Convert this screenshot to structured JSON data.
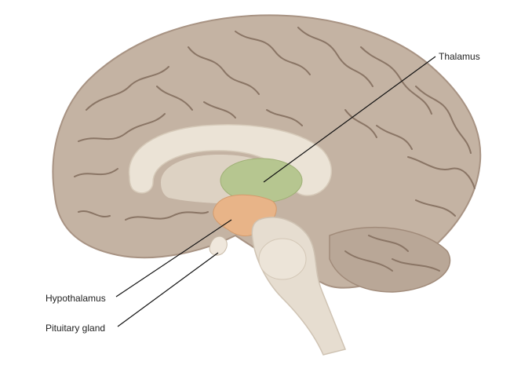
{
  "labels": {
    "thalamus": "Thalamus",
    "hypothalamus": "Hypothalamus",
    "pituitary": "Pituitary gland"
  },
  "colors": {
    "brain": "#c4b3a3",
    "brain_shadow": "#a89383",
    "sulci": "#8a7565",
    "corpus_callosum": "#ebe3d6",
    "ventricle": "#ddd2c3",
    "thalamus": "#b6c690",
    "hypothalamus": "#e8b488",
    "brainstem": "#e6ddd0",
    "leader_line": "#111111"
  }
}
